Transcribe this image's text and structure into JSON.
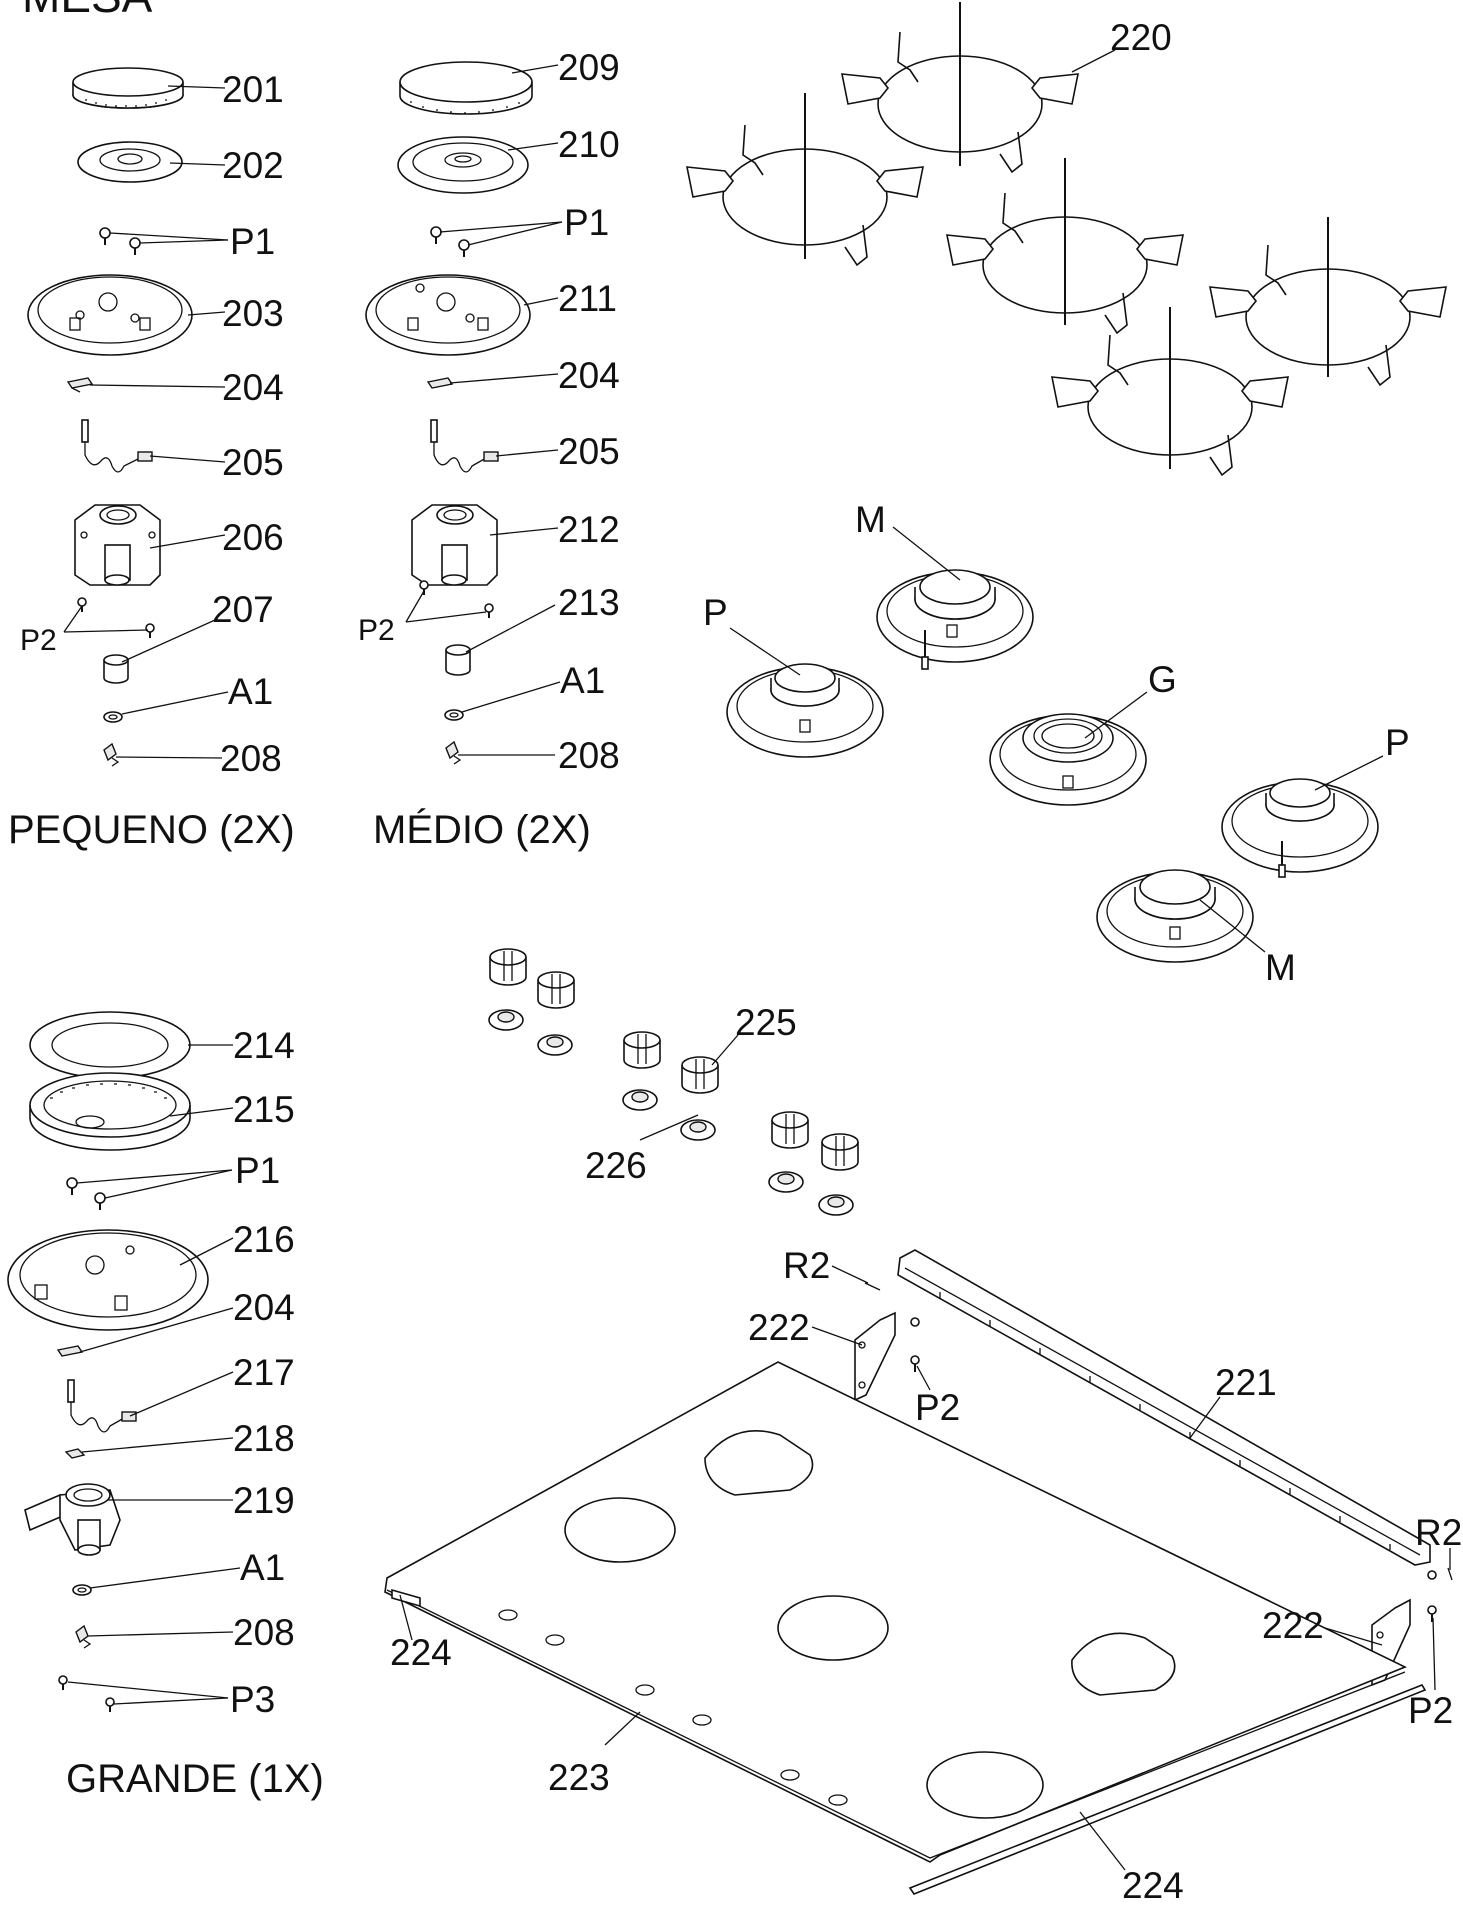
{
  "header": {
    "title": "MESA"
  },
  "groups": {
    "small": "PEQUENO (2X)",
    "medium": "MÉDIO (2X)",
    "large": "GRANDE (1X)"
  },
  "labels": {
    "l201": "201",
    "l202": "202",
    "p1a": "P1",
    "l203": "203",
    "l204a": "204",
    "l205a": "205",
    "l206": "206",
    "p2a": "P2",
    "l207": "207",
    "a1a": "A1",
    "l208a": "208",
    "l209": "209",
    "l210": "210",
    "p1b": "P1",
    "l211": "211",
    "l204b": "204",
    "l205b": "205",
    "l212": "212",
    "p2b": "P2",
    "l213": "213",
    "a1b": "A1",
    "l208b": "208",
    "l214": "214",
    "l215": "215",
    "p1c": "P1",
    "l216": "216",
    "l204c": "204",
    "l217": "217",
    "l218": "218",
    "l219": "219",
    "a1c": "A1",
    "l208c": "208",
    "p3": "P3",
    "l220": "220",
    "bM1": "M",
    "bP1": "P",
    "bG": "G",
    "bP2": "P",
    "bM2": "M",
    "l225": "225",
    "l226": "226",
    "r2a": "R2",
    "l222a": "222",
    "p2c": "P2",
    "l221": "221",
    "r2b": "R2",
    "l222b": "222",
    "p2d": "P2",
    "l224a": "224",
    "l223": "223",
    "l224b": "224"
  }
}
